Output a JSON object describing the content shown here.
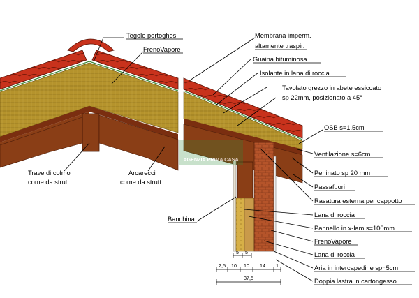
{
  "labels": {
    "tegole": "Tegole portoghesi",
    "freno_vapore_left": "FrenoVapore",
    "trave_colmo_1": "Trave di colmo",
    "trave_colmo_2": "come da strutt.",
    "arcarecci_1": "Arcarecci",
    "arcarecci_2": "come da strutt.",
    "banchina": "Banchina",
    "membrana_1": "Membrana imperm.",
    "membrana_2": "altamente traspir.",
    "guaina": "Guaina bituminosa",
    "isolante": "Isolante in lana di roccia",
    "tavolato_1": "Tavolato grezzo in abete essiccato",
    "tavolato_2": "sp 22mm, posizionato a 45°",
    "osb": "OSB s=1.5cm",
    "ventilazione": "Ventilazione s=6cm",
    "perlinato": "Perlinato sp 20 mm",
    "passafuori": "Passafuori",
    "rasatura": "Rasatura esterna per cappotto",
    "lana_roccia_1": "Lana di roccia",
    "pannello": "Pannello in x-lam s=100mm",
    "freno_vapore_right": "FrenoVapore",
    "lana_roccia_2": "Lana di roccia",
    "aria": "Aria in intercapedine sp=5cm",
    "doppia_lastra": "Doppia lastra in cartongesso"
  },
  "dimensions": {
    "top_a": "5",
    "top_b": "5",
    "row": [
      "2,5",
      "10",
      "10",
      "14",
      "1"
    ],
    "total": "37,5"
  },
  "watermark": "AGENZIA PRIMA CASA",
  "colors": {
    "tile": "#c8321c",
    "insulation": "#b0902a",
    "beam": "#8a3e16",
    "brick": "#b5542a",
    "wall_insulation": "#d8b24a",
    "watermark": "#2e8b3a"
  }
}
